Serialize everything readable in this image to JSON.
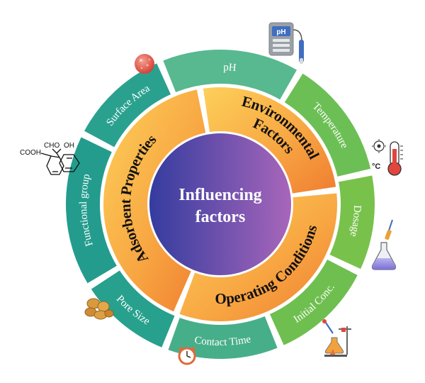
{
  "center": {
    "line1": "Influencing",
    "line2": "factors"
  },
  "middle_ring": {
    "environmental": {
      "line1": "Environmental",
      "line2": "Factors"
    },
    "adsorbent": "Adsorbent Properties",
    "operating": "Operating Conditions"
  },
  "outer_ring": {
    "ph": "pH",
    "temperature": "Temperature",
    "dosage": "Dosage",
    "initial_conc": "Initial Conc.",
    "contact_time": "Contact  Time",
    "pore_size": "Pore Size",
    "functional_group": "Functional group",
    "surface_area": "Surface Area"
  },
  "icons": {
    "ph_meter": {
      "name": "ph-meter-icon",
      "label": "pH"
    },
    "thermometer": {
      "name": "thermometer-icon",
      "label": "°C"
    },
    "flask": {
      "name": "flask-icon"
    },
    "lab_setup": {
      "name": "lab-setup-icon"
    },
    "clock": {
      "name": "clock-icon"
    },
    "granules": {
      "name": "granules-icon"
    },
    "molecule": {
      "name": "molecule-icon",
      "cooh": "COOH",
      "cho": "CHO",
      "oh": "OH"
    },
    "sphere": {
      "name": "sphere-icon"
    }
  },
  "colors": {
    "outer_top": "#4fb5a0",
    "outer_right": "#6cbf4f",
    "center_left": "#3d3fa0",
    "center_right": "#a463b8",
    "orange_dark": "#f07a2a",
    "orange_light": "#fcc24d"
  }
}
